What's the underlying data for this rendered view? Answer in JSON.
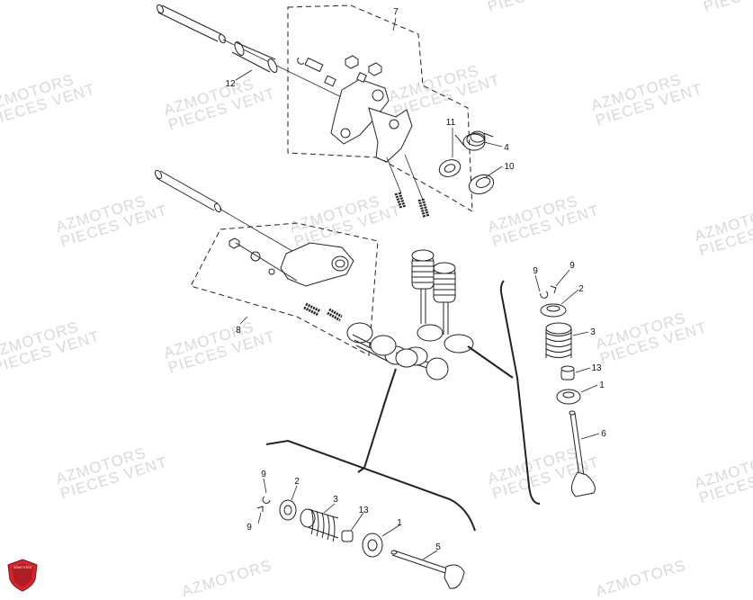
{
  "watermark": {
    "line1": "AZMOTORS",
    "line2": "PIECES VENT",
    "color": "#d9d9d9"
  },
  "logo": {
    "name": "azmotors-shield-logo",
    "text": "AZMOTORS",
    "color": "#d8262c"
  },
  "callouts": {
    "c7": "7",
    "c12": "12",
    "c11": "11",
    "c4a": "4",
    "c10": "10",
    "c8": "8",
    "c9a": "9",
    "c9b": "9",
    "c2a": "2",
    "c3a": "3",
    "c13a": "13",
    "c1a": "1",
    "c6": "6",
    "c9c": "9",
    "c9d": "9",
    "c2b": "2",
    "c3b": "3",
    "c13b": "13",
    "c1b": "1",
    "c5": "5"
  }
}
